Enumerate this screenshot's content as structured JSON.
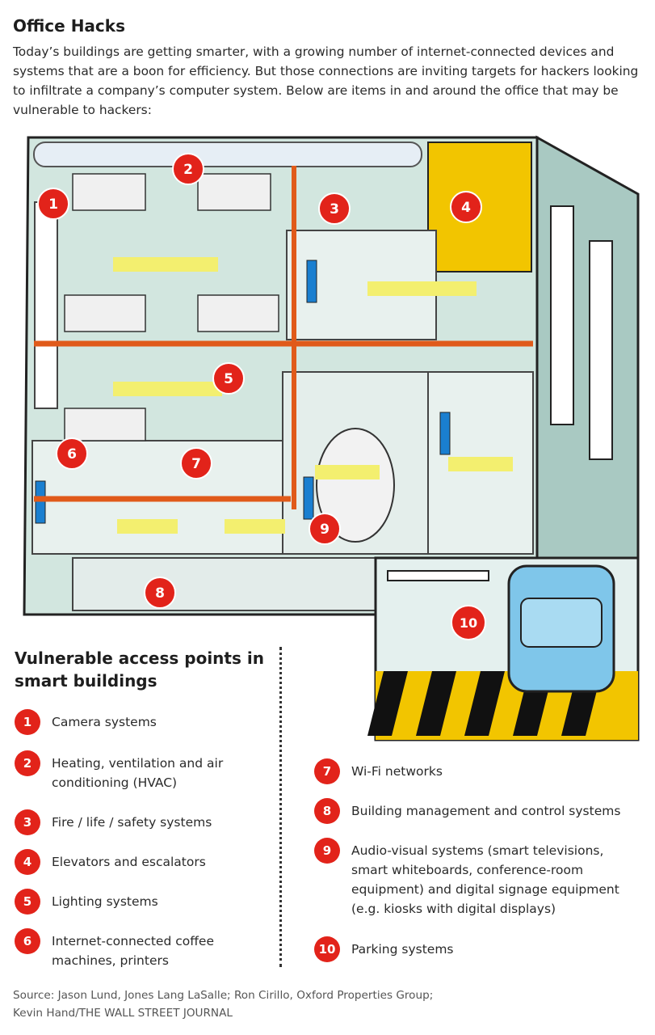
{
  "title": "Office Hacks",
  "intro": "Today’s buildings are getting smarter, with a growing number of internet-connected devices and systems that are a boon for efficiency. But those connections are inviting targets for hackers looking to infiltrate a company’s computer system. Below are items in and around the office that may be vulnerable to hackers:",
  "illustration": {
    "markers": [
      "1",
      "2",
      "3",
      "4",
      "5",
      "6",
      "7",
      "8",
      "9",
      "10"
    ]
  },
  "legend": {
    "heading": "Vulnerable access points in smart buildings",
    "items": [
      {
        "number": "1",
        "label": "Camera systems"
      },
      {
        "number": "2",
        "label": "Heating, ventilation and air conditioning (HVAC)"
      },
      {
        "number": "3",
        "label": "Fire / life / safety systems"
      },
      {
        "number": "4",
        "label": "Elevators and escalators"
      },
      {
        "number": "5",
        "label": "Lighting systems"
      },
      {
        "number": "6",
        "label": "Internet-connected coffee machines, printers"
      },
      {
        "number": "7",
        "label": "Wi-Fi networks"
      },
      {
        "number": "8",
        "label": "Building management and control systems"
      },
      {
        "number": "9",
        "label": "Audio-visual systems (smart televisions, smart whiteboards, conference-room equipment) and digital signage equipment (e.g. kiosks with digital displays)"
      },
      {
        "number": "10",
        "label": "Parking systems"
      }
    ]
  },
  "source": {
    "line1": "Source: Jason Lund, Jones Lang LaSalle; Ron Cirillo, Oxford Properties Group;",
    "line2": "Kevin Hand/THE WALL STREET JOURNAL"
  }
}
